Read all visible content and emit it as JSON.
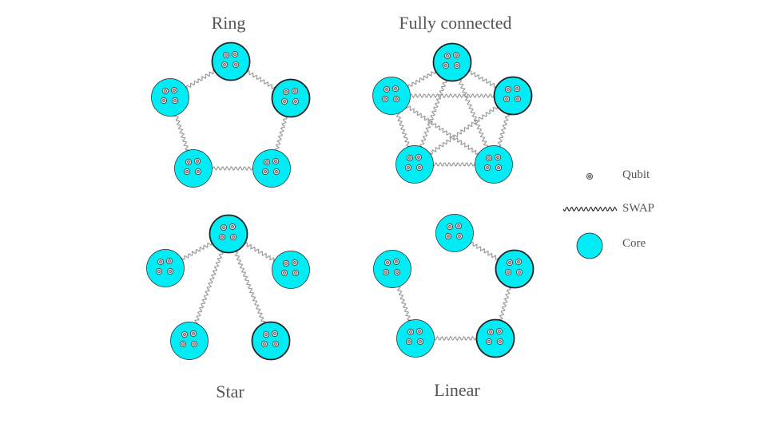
{
  "colors": {
    "core_fill": "#00ecf4",
    "core_stroke": "#222222",
    "swap_stroke": "#9a9a9a",
    "text": "#555555"
  },
  "topologies": [
    {
      "id": "ring",
      "title": "Ring",
      "edges": [
        [
          0,
          1
        ],
        [
          1,
          2
        ],
        [
          2,
          3
        ],
        [
          3,
          4
        ],
        [
          4,
          0
        ]
      ]
    },
    {
      "id": "fully-connected",
      "title": "Fully connected",
      "edges": [
        [
          0,
          1
        ],
        [
          0,
          2
        ],
        [
          0,
          3
        ],
        [
          0,
          4
        ],
        [
          1,
          2
        ],
        [
          1,
          3
        ],
        [
          1,
          4
        ],
        [
          2,
          3
        ],
        [
          2,
          4
        ],
        [
          3,
          4
        ]
      ]
    },
    {
      "id": "star",
      "title": "Star",
      "edges": [
        [
          0,
          1
        ],
        [
          0,
          2
        ],
        [
          0,
          3
        ],
        [
          0,
          4
        ]
      ]
    },
    {
      "id": "linear",
      "title": "Linear",
      "edges": [
        [
          0,
          1
        ],
        [
          1,
          2
        ],
        [
          2,
          3
        ],
        [
          3,
          4
        ]
      ]
    }
  ],
  "legend": {
    "qubit_label": "Qubit",
    "swap_label": "SWAP",
    "core_label": "Core",
    "qubit_icon": "qubit-icon",
    "swap_icon": "swap-wave-icon",
    "core_icon": "core-icon"
  }
}
